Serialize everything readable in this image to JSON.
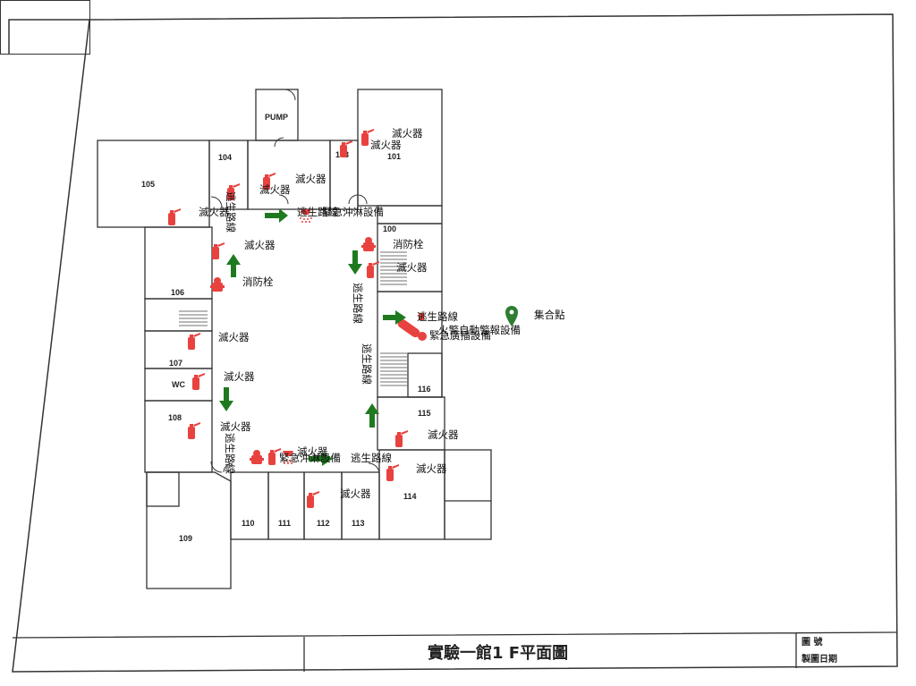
{
  "title_block": {
    "title": "實驗一館1 F平面圖",
    "drawing_no_label": "圖    號",
    "date_label": "製圖日期"
  },
  "rooms": {
    "pump": "PUMP",
    "r105": "105",
    "r104": "104",
    "r103": "103",
    "r101": "101",
    "r100": "100",
    "r106": "106",
    "r107": "107",
    "wc": "WC",
    "r108": "108",
    "r109": "109",
    "r110": "110",
    "r111": "111",
    "r112": "112",
    "r113": "113",
    "r114": "114",
    "r115": "115",
    "r116": "116"
  },
  "labels": {
    "extinguisher": "滅火器",
    "hydrant": "消防栓",
    "escape_route": "逃生路線",
    "sprinkler": "緊急沖淋設備",
    "alarm": "火警自動警報設備",
    "broadcast": "緊急廣播設備",
    "assembly": "集合點"
  },
  "colors": {
    "extinguisher": "#e8423f",
    "arrow": "#1f7a1f",
    "pin": "#2e7d32",
    "line": "#333333"
  },
  "icons": [
    "fire-extinguisher-icon",
    "fire-hydrant-icon",
    "escape-arrow-icon",
    "sprinkler-icon",
    "alarm-bell-icon",
    "location-pin-icon"
  ]
}
